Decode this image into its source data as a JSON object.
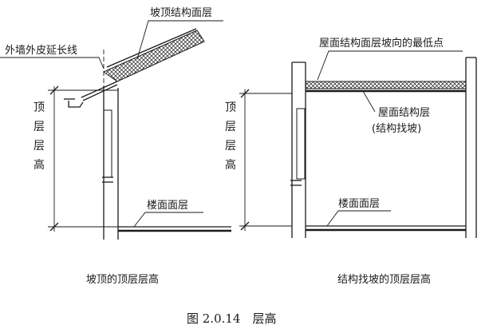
{
  "left": {
    "roof_surface_label": "坡顶结构面层",
    "wall_extension_label": "外墙外皮延长线",
    "dimension_label": "顶层层高",
    "floor_surface_label": "楼面面层",
    "caption": "坡顶的顶层层高"
  },
  "right": {
    "lowest_point_label": "屋面结构面层坡向的最低点",
    "roof_structure_label": "屋面结构层",
    "roof_structure_sublabel": "(结构找坡)",
    "dimension_label": "顶层层高",
    "floor_surface_label": "楼面面层",
    "caption": "结构找坡的顶层层高"
  },
  "figure_caption": "图 2.0.14　层高"
}
